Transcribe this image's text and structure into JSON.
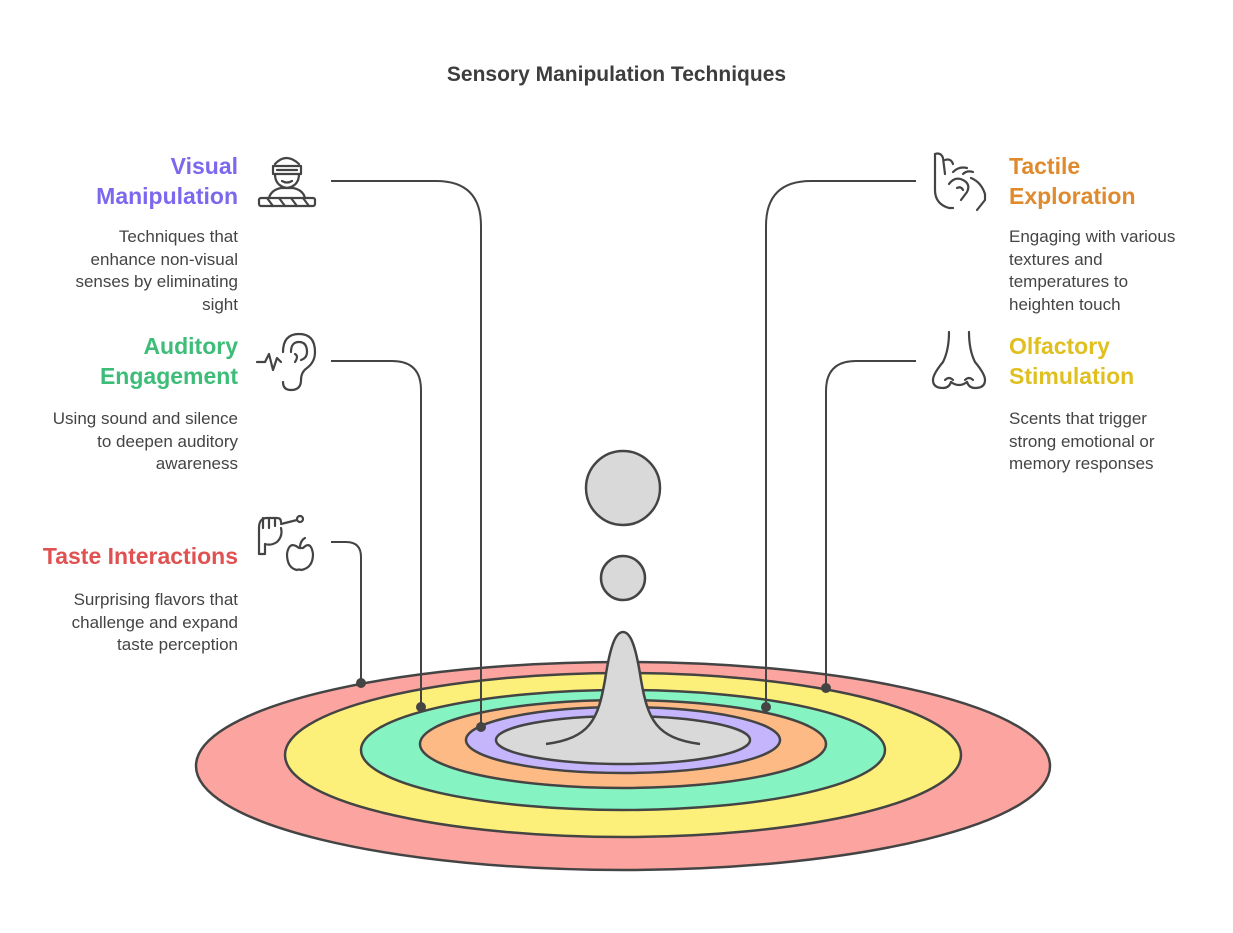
{
  "title": "Sensory Manipulation Techniques",
  "items": [
    {
      "key": "visual",
      "heading": "Visual Manipulation",
      "heading_lines": [
        "Visual",
        "Manipulation"
      ],
      "description_lines": [
        "Techniques that",
        "enhance non-visual",
        "senses by eliminating",
        "sight"
      ],
      "color": "#7b68ee",
      "ring_color": "#c4b5fd",
      "icon": "blindfolded-person-icon"
    },
    {
      "key": "auditory",
      "heading": "Auditory Engagement",
      "heading_lines": [
        "Auditory",
        "Engagement"
      ],
      "description_lines": [
        "Using sound and silence",
        "to deepen auditory",
        "awareness"
      ],
      "color": "#3dbd78",
      "ring_color": "#86f3c2",
      "icon": "ear-icon"
    },
    {
      "key": "taste",
      "heading": "Taste Interactions",
      "heading_lines": [
        "Taste Interactions"
      ],
      "description_lines": [
        "Surprising flavors that",
        "challenge and expand",
        "taste perception"
      ],
      "color": "#e05252",
      "ring_color": "#fca5a0",
      "icon": "taste-apple-icon"
    },
    {
      "key": "tactile",
      "heading": "Tactile Exploration",
      "heading_lines": [
        "Tactile",
        "Exploration"
      ],
      "description_lines": [
        "Engaging with various",
        "textures and",
        "temperatures to",
        "heighten touch"
      ],
      "color": "#e08a2e",
      "ring_color": "#fdba84",
      "icon": "touch-hand-icon"
    },
    {
      "key": "olfactory",
      "heading": "Olfactory Stimulation",
      "heading_lines": [
        "Olfactory",
        "Stimulation"
      ],
      "description_lines": [
        "Scents that trigger",
        "strong emotional or",
        "memory responses"
      ],
      "color": "#e0c020",
      "ring_color": "#fdf07a",
      "icon": "nose-icon"
    }
  ]
}
